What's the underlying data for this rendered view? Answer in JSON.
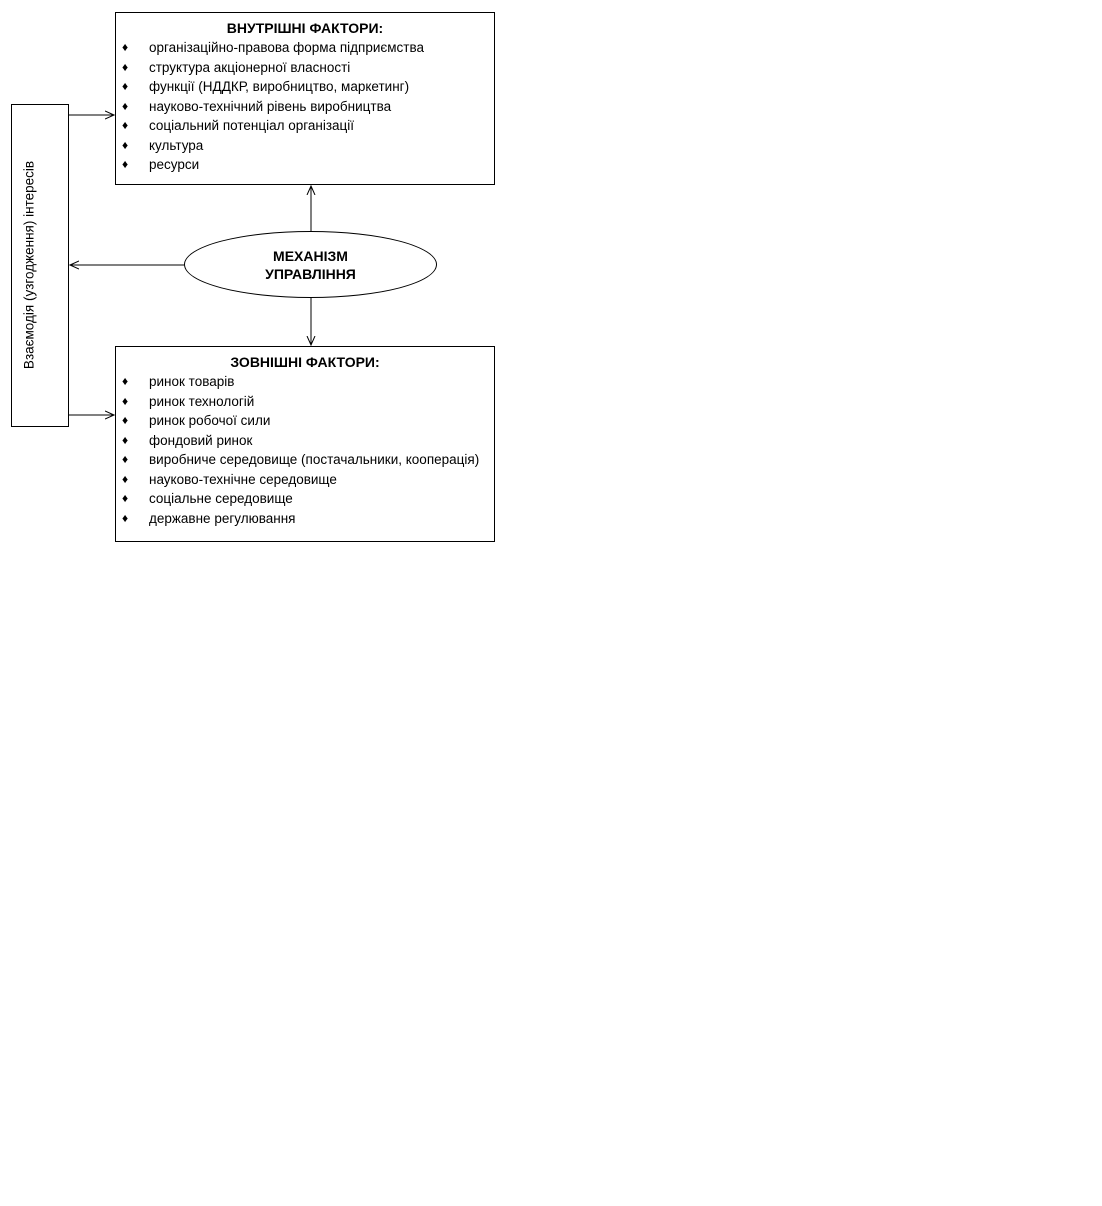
{
  "internal_factors": {
    "title": "ВНУТРІШНІ ФАКТОРИ:",
    "items": [
      "організаційно-правова форма підприємства",
      "структура акціонерної власності",
      "функції (НДДКР, виробництво, маркетинг)",
      "науково-технічний рівень виробництва",
      "соціальний потенціал організації",
      "культура",
      "ресурси"
    ]
  },
  "mechanism": {
    "line1": "МЕХАНІЗМ",
    "line2": "УПРАВЛІННЯ"
  },
  "external_factors": {
    "title": "ЗОВНІШНІ ФАКТОРИ:",
    "items": [
      "ринок товарів",
      "ринок технологій",
      "ринок робочої сили",
      "фондовий ринок",
      "виробниче середовище (постачальники, кооперація)",
      "науково-технічне середовище",
      "соціальне середовище",
      "державне регулювання"
    ]
  },
  "interaction": {
    "label": "Взаємодія (узгодження) інтересів"
  },
  "bullet_glyph": "♦"
}
